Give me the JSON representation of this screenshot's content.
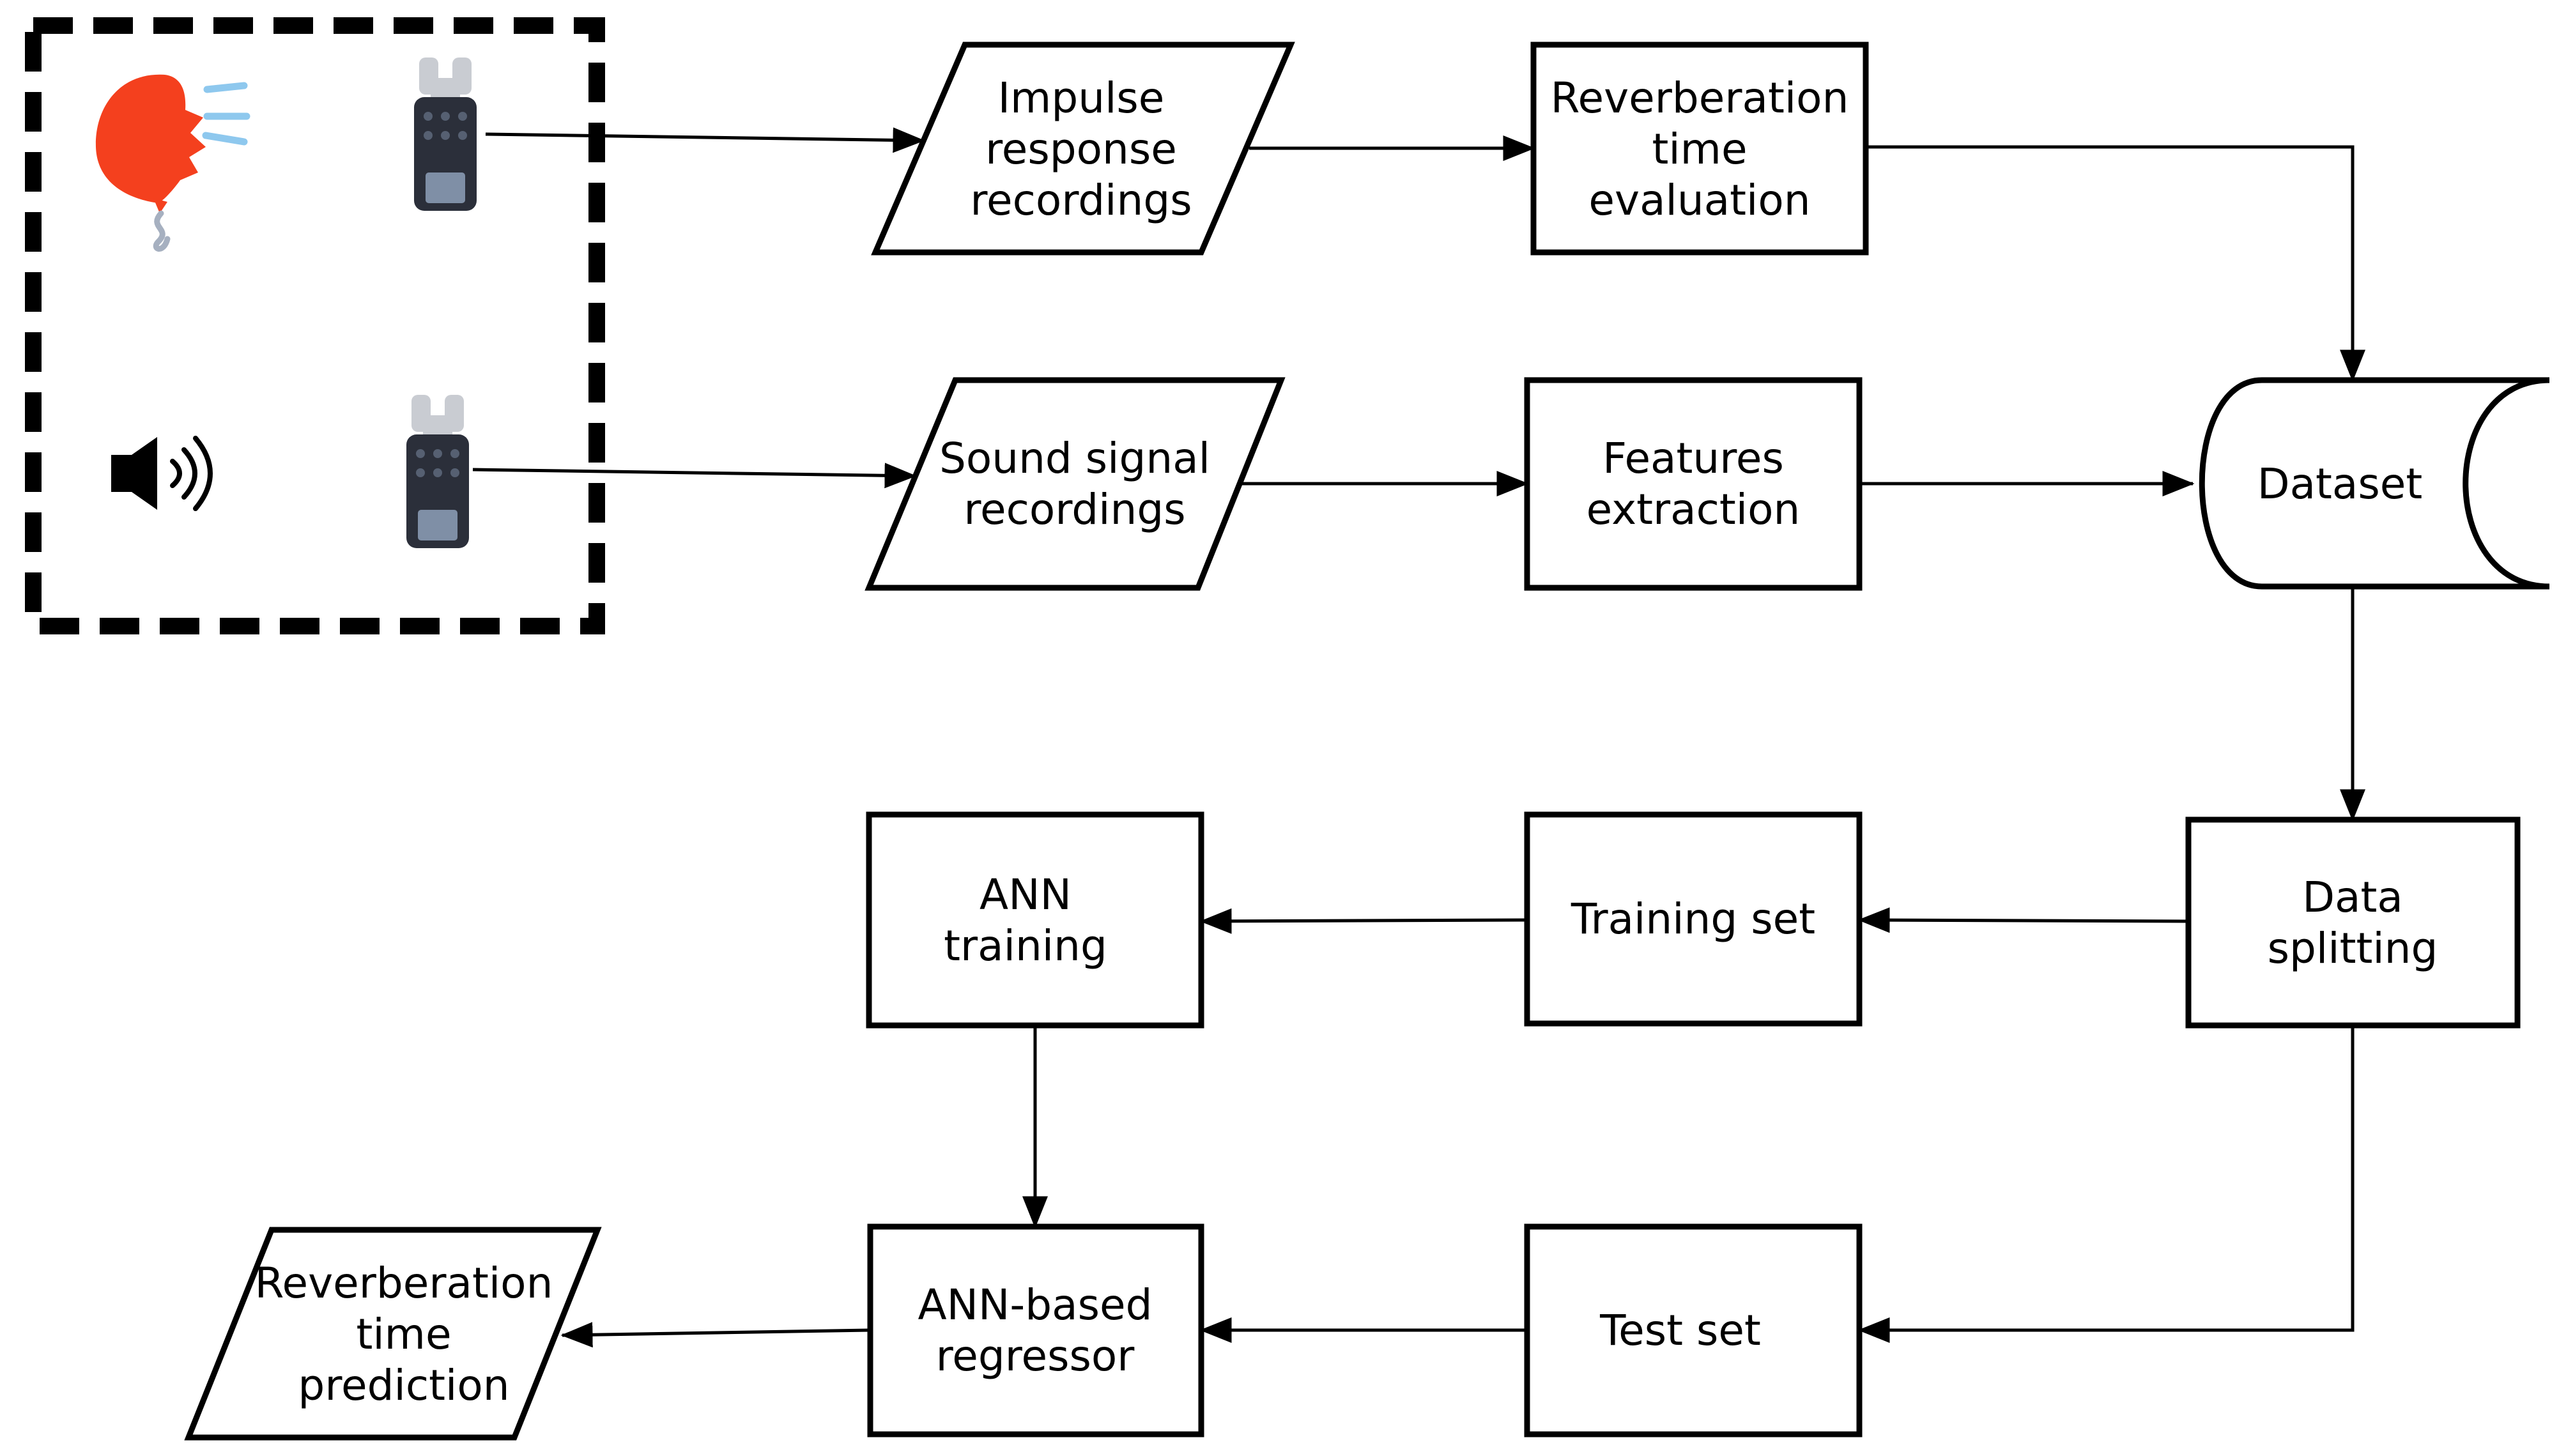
{
  "nodes": {
    "impulse": "Impulse\nresponse\nrecordings",
    "rt_eval": "Reverberation\ntime\nevaluation",
    "sound": "Sound signal\nrecordings",
    "features": "Features\nextraction",
    "dataset": "Dataset",
    "splitting": "Data\nsplitting",
    "training_set": "Training set",
    "ann_training": "ANN\ntraining",
    "test_set": "Test set",
    "regressor": "ANN-based\nregressor",
    "prediction": "Reverberation\ntime\nprediction"
  },
  "icons": {
    "balloon": "balloon-pop-icon",
    "speaker": "speaker-icon",
    "recorder": "audio-recorder-icon"
  },
  "colors": {
    "balloon": "#f4401e",
    "sound_waves": "#8ec8ee",
    "recorder_body": "#2b2f3a",
    "recorder_screen": "#7f8fa6",
    "recorder_mic": "#c9ccd2"
  }
}
